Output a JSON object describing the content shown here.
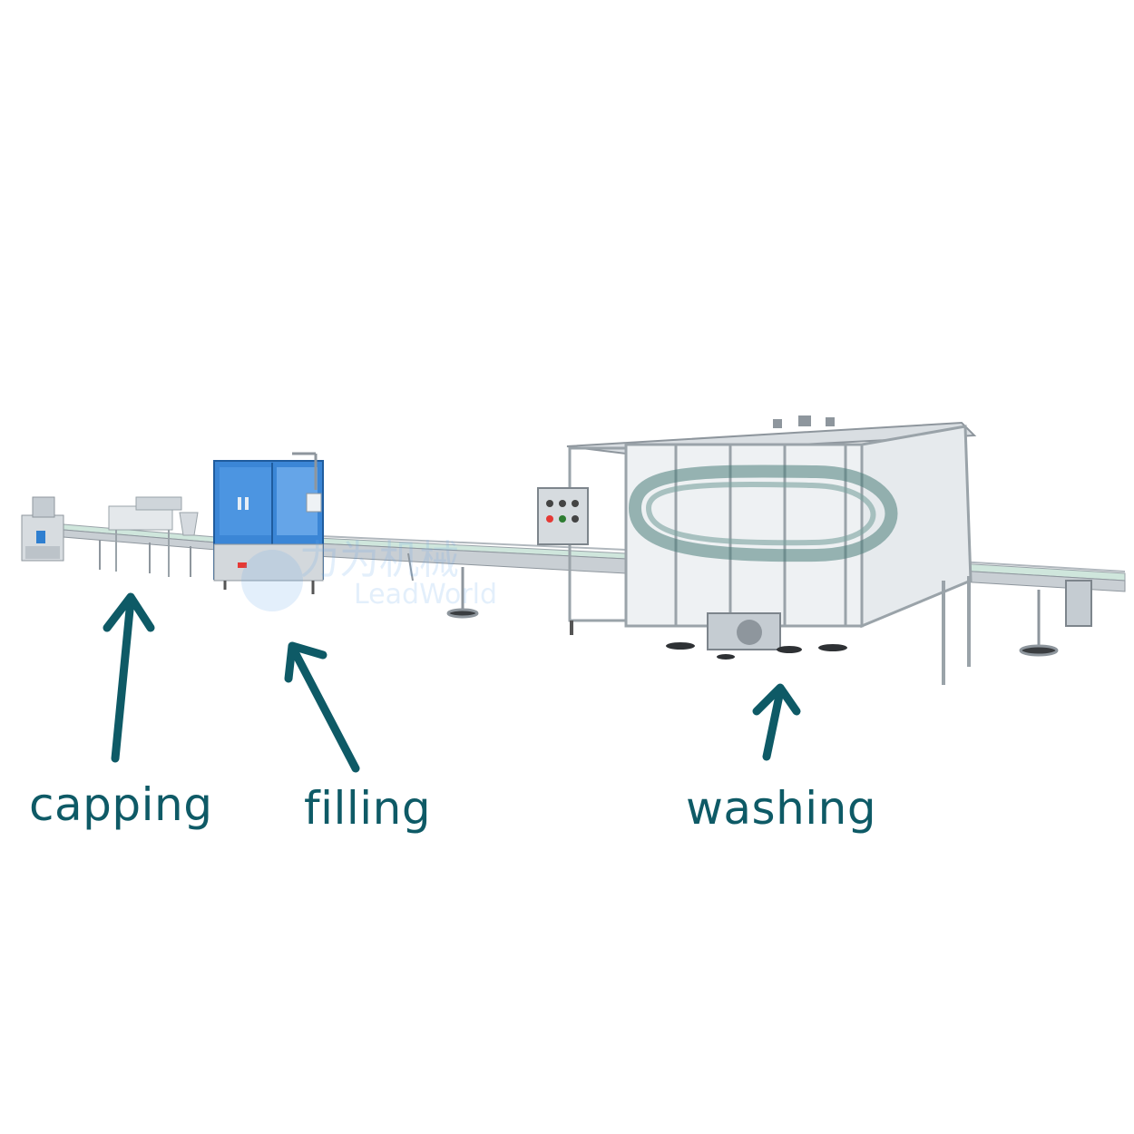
{
  "image": {
    "kind": "photo of bottle production line with stage annotations",
    "watermark": {
      "cn": "力为机械",
      "en": "LeadWorld"
    },
    "labels": {
      "capping": "capping",
      "filling": "filling",
      "washing": "washing"
    },
    "colors": {
      "annotation": "#0e5a66",
      "steel": "#c9cfd4",
      "steel_dark": "#8e969d",
      "glass_blue": "#2f7fd0",
      "conveyor_green": "#cfe6dc",
      "background": "#ffffff"
    },
    "icons": [
      "arrow-up-icon"
    ]
  }
}
